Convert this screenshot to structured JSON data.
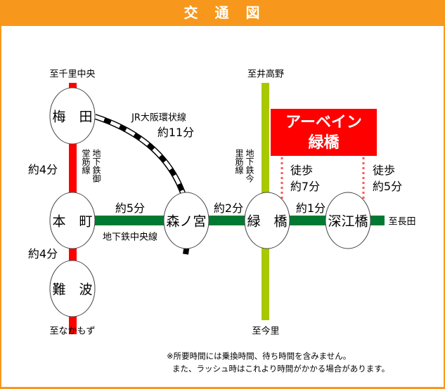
{
  "title": "交　通　図",
  "property": {
    "line1": "アーベイン",
    "line2": "緑橋"
  },
  "stations": {
    "umeda": "梅　田",
    "honmachi": "本　町",
    "namba": "難　波",
    "morinomiya": "森ノ宮",
    "midoribashi": "緑　橋",
    "fukaebashi": "深江橋"
  },
  "directions": {
    "senri": "至千里中央",
    "nakamozu": "至なかもず",
    "ibuno": "至井高野",
    "imazato": "至今里",
    "nagata": "至長田"
  },
  "lines": {
    "midosuji": "地下鉄御堂筋線",
    "imazatosuji": "地下鉄今里筋線",
    "chuo": "地下鉄中央線",
    "jr": "JR大阪環状線"
  },
  "times": {
    "umeda_honmachi": "約4分",
    "honmachi_namba": "約4分",
    "jr": "約11分",
    "honmachi_morinomiya": "約5分",
    "morinomiya_midoribashi": "約2分",
    "midoribashi_fukaebashi": "約1分",
    "walk_midori": "徒歩\n約7分",
    "walk_fukae": "徒歩\n約5分"
  },
  "walk": {
    "label": "徒歩",
    "midori": "約7分",
    "fukae": "約5分"
  },
  "notes": [
    "※所要時間には乗換時間、待ち時間を含みません。",
    "また、ラッシュ時はこれより時間がかかる場合があります。"
  ],
  "colors": {
    "midosuji": "#FF0000",
    "chuo": "#007A33",
    "imazatosuji": "#A8C800",
    "header": "#F7981D"
  }
}
